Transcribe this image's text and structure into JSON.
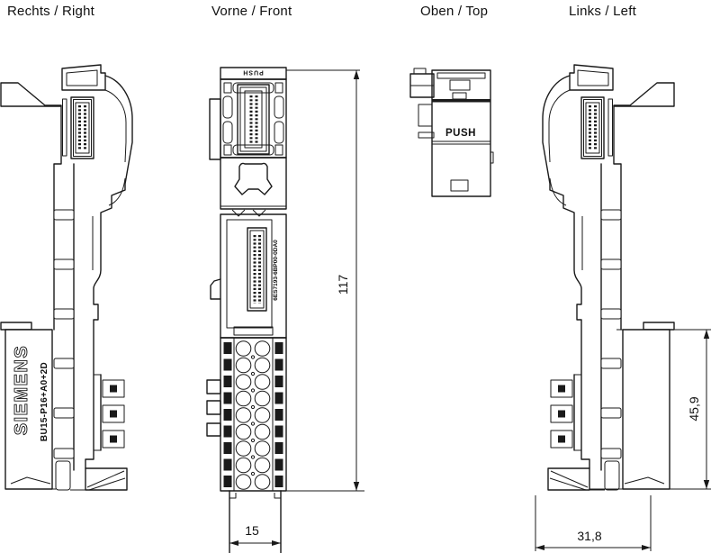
{
  "views": {
    "right": {
      "label": "Rechts / Right"
    },
    "front": {
      "label": "Vorne / Front"
    },
    "top": {
      "label": "Oben / Top"
    },
    "left": {
      "label": "Links / Left"
    }
  },
  "module": {
    "brand": "SIEMENS",
    "model": "BU15-P16+A0+2D",
    "order_number": "6ES7193-6BP00-0DA0",
    "push_label": "PUSH"
  },
  "dimensions": {
    "height_mm": "117",
    "width_mm": "15",
    "rear_depth_mm": "45,9",
    "depth_mm": "31,8"
  },
  "colors": {
    "line": "#1a1a1a",
    "background": "#ffffff"
  }
}
